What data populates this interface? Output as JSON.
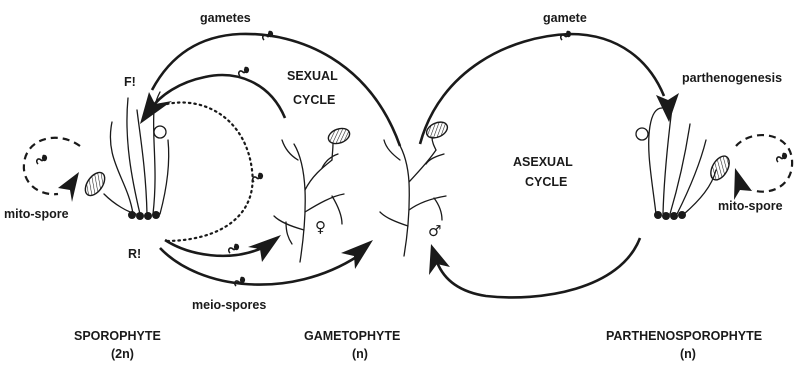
{
  "labels": {
    "gametes": "gametes",
    "gamete": "gamete",
    "f_mark": "F!",
    "r_mark": "R!",
    "sexual_cycle_line1": "SEXUAL",
    "sexual_cycle_line2": "CYCLE",
    "asexual_cycle_line1": "ASEXUAL",
    "asexual_cycle_line2": "CYCLE",
    "parthenogenesis": "parthenogenesis",
    "mito_spore_left": "mito-spore",
    "mito_spore_right": "mito-spore",
    "meio_spores": "meio-spores",
    "female_symbol": "♀",
    "male_symbol": "♂"
  },
  "stages": {
    "sporophyte_name": "SPOROPHYTE",
    "sporophyte_ploidy": "(2n)",
    "gametophyte_name": "GAMETOPHYTE",
    "gametophyte_ploidy": "(n)",
    "parthenosporophyte_name": "PARTHENOSPOROPHYTE",
    "parthenosporophyte_ploidy": "(n)"
  },
  "colors": {
    "ink": "#1a1a1a",
    "background": "#ffffff"
  }
}
